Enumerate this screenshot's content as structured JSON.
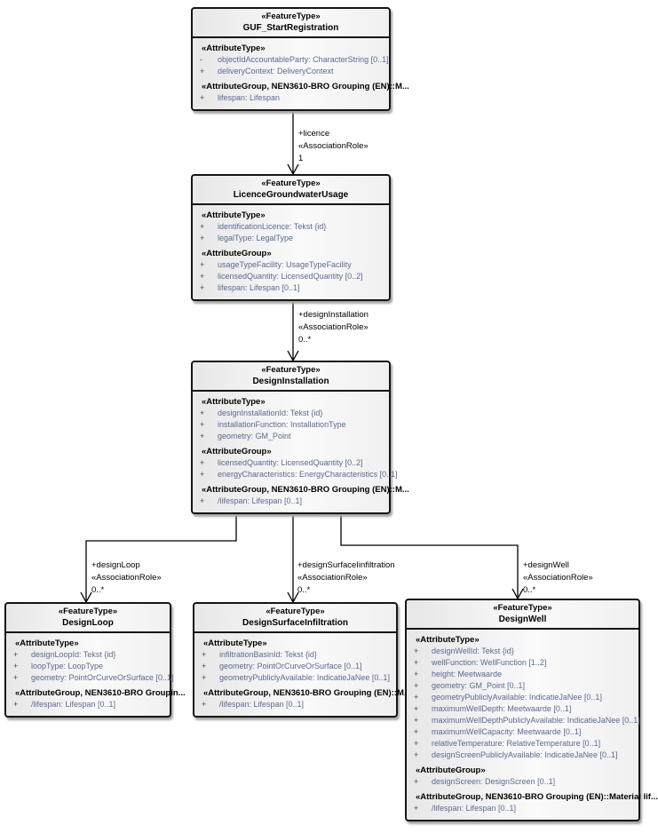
{
  "diagram": {
    "classes": [
      {
        "id": "guf-startregistration",
        "stereotype": "«FeatureType»",
        "name": "GUF_StartRegistration",
        "rows": [
          {
            "kind": "stereotype",
            "text": "«AttributeType»"
          },
          {
            "kind": "attr",
            "vis": "-",
            "text": "objectIdAccountableParty: CharacterString [0..1]"
          },
          {
            "kind": "attr",
            "vis": "+",
            "text": "deliveryContext: DeliveryContext"
          },
          {
            "kind": "stereotype",
            "text": "«AttributeGroup, NEN3610-BRO Grouping (EN)::M..."
          },
          {
            "kind": "attr",
            "vis": "+",
            "text": "lifespan: Lifespan"
          }
        ]
      },
      {
        "id": "licence-groundwater-usage",
        "stereotype": "«FeatureType»",
        "name": "LicenceGroundwaterUsage",
        "rows": [
          {
            "kind": "stereotype",
            "text": "«AttributeType»"
          },
          {
            "kind": "attr",
            "vis": "+",
            "text": "identificationLicence: Tekst {id}"
          },
          {
            "kind": "attr",
            "vis": "+",
            "text": "legalType: LegalType"
          },
          {
            "kind": "stereotype",
            "text": "«AttributeGroup»"
          },
          {
            "kind": "attr",
            "vis": "+",
            "text": "usageTypeFacility: UsageTypeFacility"
          },
          {
            "kind": "attr",
            "vis": "+",
            "text": "licensedQuantity: LicensedQuantity [0..2]"
          },
          {
            "kind": "attr",
            "vis": "+",
            "text": "lifespan: Lifespan [0..1]"
          }
        ]
      },
      {
        "id": "design-installation",
        "stereotype": "«FeatureType»",
        "name": "DesignInstallation",
        "rows": [
          {
            "kind": "stereotype",
            "text": "«AttributeType»"
          },
          {
            "kind": "attr",
            "vis": "+",
            "text": "designInstallationId: Tekst {id}"
          },
          {
            "kind": "attr",
            "vis": "+",
            "text": "installationFunction: InstallationType"
          },
          {
            "kind": "attr",
            "vis": "+",
            "text": "geometry: GM_Point"
          },
          {
            "kind": "stereotype",
            "text": "«AttributeGroup»"
          },
          {
            "kind": "attr",
            "vis": "+",
            "text": "licensedQuantity: LicensedQuantity [0..2]"
          },
          {
            "kind": "attr",
            "vis": "+",
            "text": "energyCharacteristics: EnergyCharacteristics [0..1]"
          },
          {
            "kind": "stereotype",
            "text": "«AttributeGroup, NEN3610-BRO Grouping (EN)::M..."
          },
          {
            "kind": "attr",
            "vis": "+",
            "text": "/lifespan: Lifespan [0..1]"
          }
        ]
      },
      {
        "id": "design-loop",
        "stereotype": "«FeatureType»",
        "name": "DesignLoop",
        "rows": [
          {
            "kind": "stereotype",
            "text": "«AttributeType»"
          },
          {
            "kind": "attr",
            "vis": "+",
            "text": "designLoopId: Tekst {id}"
          },
          {
            "kind": "attr",
            "vis": "+",
            "text": "loopType: LoopType"
          },
          {
            "kind": "attr",
            "vis": "+",
            "text": "geometry: PointOrCurveOrSurface [0..1]"
          },
          {
            "kind": "stereotype",
            "text": "«AttributeGroup, NEN3610-BRO Groupin..."
          },
          {
            "kind": "attr",
            "vis": "+",
            "text": "/lifespan: Lifespan [0..1]"
          }
        ]
      },
      {
        "id": "design-surface-infiltration",
        "stereotype": "«FeatureType»",
        "name": "DesignSurfaceInfiltration",
        "rows": [
          {
            "kind": "stereotype",
            "text": "«AttributeType»"
          },
          {
            "kind": "attr",
            "vis": "+",
            "text": "infiltrationBasinId: Tekst {id}"
          },
          {
            "kind": "attr",
            "vis": "+",
            "text": "geometry: PointOrCurveOrSurface [0..1]"
          },
          {
            "kind": "attr",
            "vis": "+",
            "text": "geometryPubliclyAvailable: IndicatieJaNee [0..1]"
          },
          {
            "kind": "stereotype",
            "text": "«AttributeGroup, NEN3610-BRO Grouping (EN)::M..."
          },
          {
            "kind": "attr",
            "vis": "+",
            "text": "/lifespan: Lifespan [0..1]"
          }
        ]
      },
      {
        "id": "design-well",
        "stereotype": "«FeatureType»",
        "name": "DesignWell",
        "rows": [
          {
            "kind": "stereotype",
            "text": "«AttributeType»"
          },
          {
            "kind": "attr",
            "vis": "+",
            "text": "designWellId: Tekst {id}"
          },
          {
            "kind": "attr",
            "vis": "+",
            "text": "wellFunction: WellFunction [1..2]"
          },
          {
            "kind": "attr",
            "vis": "+",
            "text": "height: Meetwaarde"
          },
          {
            "kind": "attr",
            "vis": "+",
            "text": "geometry: GM_Point [0..1]"
          },
          {
            "kind": "attr",
            "vis": "+",
            "text": "geometryPubliclyAvailable: IndicatieJaNee [0..1]"
          },
          {
            "kind": "attr",
            "vis": "+",
            "text": "maximumWellDepth: Meetwaarde [0..1]"
          },
          {
            "kind": "attr",
            "vis": "+",
            "text": "maximumWellDepthPubliclyAvailable: IndicatieJaNee [0..1]"
          },
          {
            "kind": "attr",
            "vis": "+",
            "text": "maximumWellCapacity: Meetwaarde [0..1]"
          },
          {
            "kind": "attr",
            "vis": "+",
            "text": "relativeTemperature: RelativeTemperature [0..1]"
          },
          {
            "kind": "attr",
            "vis": "+",
            "text": "designScreenPubliclyAvailable: IndicatieJaNee [0..1]"
          },
          {
            "kind": "stereotype",
            "text": "«AttributeGroup»"
          },
          {
            "kind": "attr",
            "vis": "+",
            "text": "designScreen: DesignScreen [0..1]"
          },
          {
            "kind": "stereotype",
            "text": "«AttributeGroup, NEN3610-BRO Grouping (EN)::Material lif..."
          },
          {
            "kind": "attr",
            "vis": "+",
            "text": "/lifespan: Lifespan [0..1]"
          }
        ]
      }
    ],
    "associations": [
      {
        "name": "+licence",
        "stereotype": "«AssociationRole»",
        "multiplicity": "1"
      },
      {
        "name": "+designInstallation",
        "stereotype": "«AssociationRole»",
        "multiplicity": "0..*"
      },
      {
        "name": "+designLoop",
        "stereotype": "«AssociationRole»",
        "multiplicity": "0..*"
      },
      {
        "name": "+designSurfaceIinfiltration",
        "stereotype": "«AssociationRole»",
        "multiplicity": "0..*"
      },
      {
        "name": "+designWell",
        "stereotype": "«AssociationRole»",
        "multiplicity": "0..*"
      }
    ],
    "colors": {
      "border": "#151515",
      "attribute_text": "#5a6a92",
      "shadow": "#a6a6a6",
      "fill_left": "#e7e7e7",
      "fill_right": "#f0f0f0"
    }
  }
}
